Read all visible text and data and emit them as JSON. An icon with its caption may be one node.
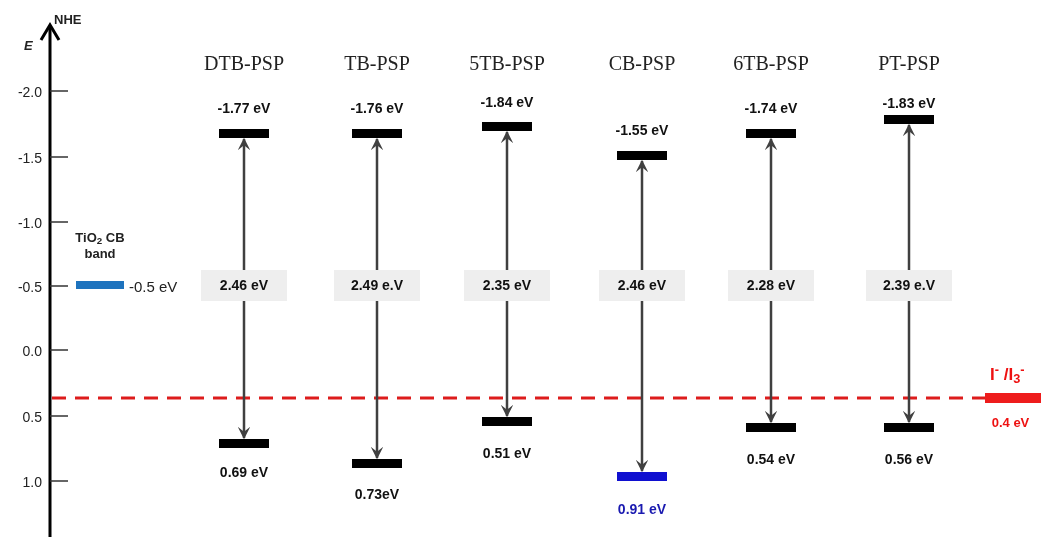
{
  "diagram": {
    "nodes": [
      {
        "text": [],
        "shape": "bar",
        "beside": [
          "TiO$_{2}$ CB band",
          "-0.5 eV"
        ]
      },
      {
        "text": [],
        "shape": "bar",
        "beside": [
          "-1.77 eV"
        ]
      },
      {
        "text": [],
        "shape": "bar",
        "beside": [
          "0.69 eV"
        ]
      },
      {
        "text": [],
        "shape": "bar",
        "beside": [
          "-1.76 eV"
        ]
      },
      {
        "text": [],
        "shape": "bar",
        "beside": [
          "0.73eV"
        ]
      },
      {
        "text": [],
        "shape": "bar",
        "beside": [
          "-1.84 eV"
        ]
      },
      {
        "text": [],
        "shape": "bar",
        "beside": [
          "0.51 eV"
        ]
      },
      {
        "text": [],
        "shape": "bar",
        "beside": [
          "-1.55 eV"
        ]
      },
      {
        "text": [],
        "shape": "bar",
        "beside": [
          "0.91 eV"
        ]
      },
      {
        "text": [],
        "shape": "bar",
        "beside": [
          "-1.74 eV"
        ]
      },
      {
        "text": [],
        "shape": "bar",
        "beside": [
          "0.54 eV"
        ]
      },
      {
        "text": [],
        "shape": "bar",
        "beside": [
          "-1.83 eV"
        ]
      },
      {
        "text": [],
        "shape": "bar",
        "beside": [
          "0.56 eV"
        ]
      },
      {
        "text": [],
        "shape": "bar",
        "beside": [
          "I$^{-}$ /I$_{3}$$^{-}$",
          "0.4 eV"
        ]
      }
    ],
    "edges": [
      {
        "from": 1,
        "to": 2,
        "arrow": "both",
        "label": "2.46 eV"
      },
      {
        "from": 3,
        "to": 4,
        "arrow": "both",
        "label": "2.49 e.V"
      },
      {
        "from": 5,
        "to": 6,
        "arrow": "both",
        "label": "2.35 eV"
      },
      {
        "from": 7,
        "to": 8,
        "arrow": "both",
        "label": "2.46 eV"
      },
      {
        "from": 9,
        "to": 10,
        "arrow": "both",
        "label": "2.28 eV"
      },
      {
        "from": 11,
        "to": 12,
        "arrow": "both",
        "label": "2.39 e.V"
      }
    ],
    "labels": [
      "NHE",
      "E",
      "-2.0",
      "-1.5",
      "-1.0",
      "-0.5",
      "0.0",
      "0.5",
      "1.0",
      "DTB-PSP",
      "TB-PSP",
      "5TB-PSP",
      "CB-PSP",
      "6TB-PSP",
      "PT-PSP"
    ]
  }
}
